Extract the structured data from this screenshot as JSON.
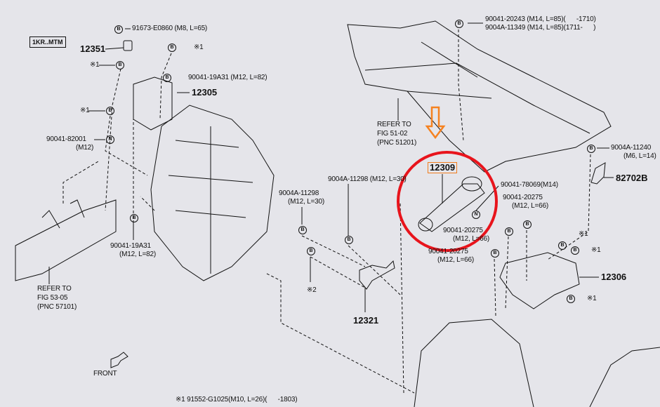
{
  "diagram": {
    "model_tag": "1KR..MTM",
    "highlight_color": "#e8141c",
    "arrow_color": "#f58220",
    "parts": {
      "p12351": "12351",
      "p12305": "12305",
      "p12309": "12309",
      "p82702B": "82702B",
      "p12306": "12306",
      "p12321": "12321"
    },
    "callouts": {
      "c1": "91673-E0860 (M8, L=65)",
      "c2": "90041-19A31 (M12, L=82)",
      "c3a": "90041-82001",
      "c3b": "(M12)",
      "c4a": "90041-20243 (M14, L=85)(      -1710)",
      "c4b": "9004A-11349 (M14, L=85)(1711-      )",
      "c5a": "9004A-11240",
      "c5b": "(M6, L=14)",
      "c6": "90041-78069(M14)",
      "c7a": "90041-20275",
      "c7b": "(M12, L=66)",
      "c8a": "90041-20275",
      "c8b": "(M12, L=66)",
      "c9a": "90041-20275",
      "c9b": "(M12, L=66)",
      "c10": "9004A-11298 (M12, L=30)",
      "c11a": "9004A-11298",
      "c11b": "(M12, L=30)",
      "c12a": "90041-19A31",
      "c12b": "(M12, L=82)",
      "footnote": "※1 91552-G1025(M10, L=26)(      -1803)"
    },
    "refs": {
      "r1": [
        "REFER TO",
        "FIG 51-02",
        "(PNC 51201)"
      ],
      "r2": [
        "REFER TO",
        "FIG 53-05",
        "(PNC 57101)"
      ]
    },
    "marks": {
      "note1": "※1",
      "note2": "※2",
      "bolt": "B",
      "nut": "N"
    },
    "front_label": "FRONT"
  }
}
